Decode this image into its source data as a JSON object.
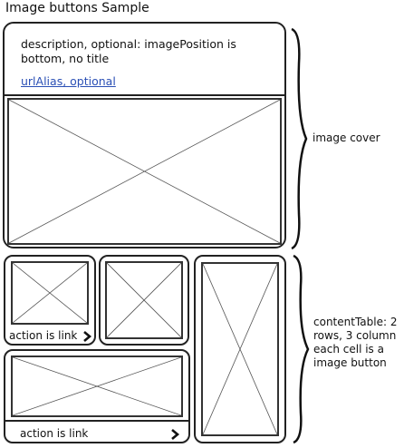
{
  "page": {
    "title": "Image buttons Sample"
  },
  "cover": {
    "description": "description, optional: imagePosition is bottom, no title",
    "url_alias": "urlAlias, optional"
  },
  "labels": {
    "image_cover": "image cover",
    "content_table": "contentTable: 2 rows, 3 column each cell is a image button"
  },
  "cells": {
    "action_1": "action is link",
    "action_2": "action is link"
  },
  "icons": {
    "chevron": "chevron-right-icon",
    "brace": "right-brace-icon"
  }
}
